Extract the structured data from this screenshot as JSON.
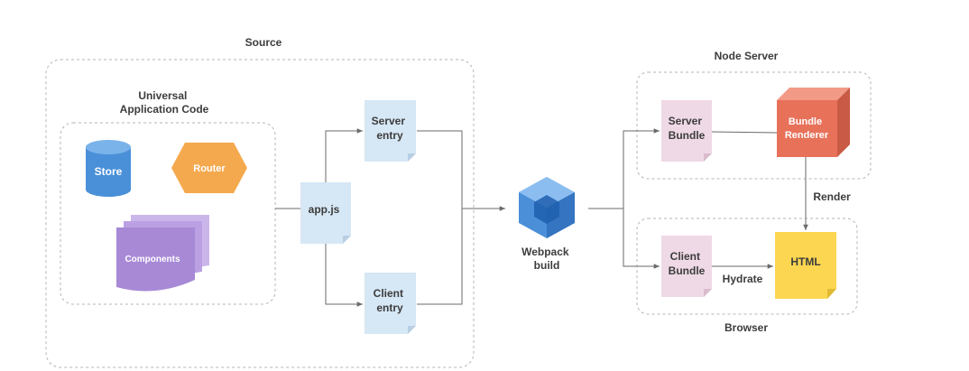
{
  "groups": {
    "source": "Source",
    "universal_app_code": [
      "Universal",
      "Application Code"
    ],
    "node_server": "Node Server",
    "browser": "Browser"
  },
  "nodes": {
    "store": "Store",
    "router": "Router",
    "components": "Components",
    "app_js": "app.js",
    "server_entry": [
      "Server",
      "entry"
    ],
    "client_entry": [
      "Client",
      "entry"
    ],
    "webpack_build": [
      "Webpack",
      "build"
    ],
    "server_bundle": [
      "Server",
      "Bundle"
    ],
    "client_bundle": [
      "Client",
      "Bundle"
    ],
    "bundle_renderer": [
      "Bundle",
      "Renderer"
    ],
    "html": "HTML"
  },
  "edges": {
    "render": "Render",
    "hydrate": "Hydrate"
  },
  "colors": {
    "store": "#4a90d9",
    "router": "#f5a94e",
    "components": "#a889d6",
    "doc_blue": "#d6e7f5",
    "doc_pink": "#efd9e6",
    "webpack": "#4a8fd8",
    "bundle_renderer": "#e8715a",
    "html": "#fcd651"
  }
}
